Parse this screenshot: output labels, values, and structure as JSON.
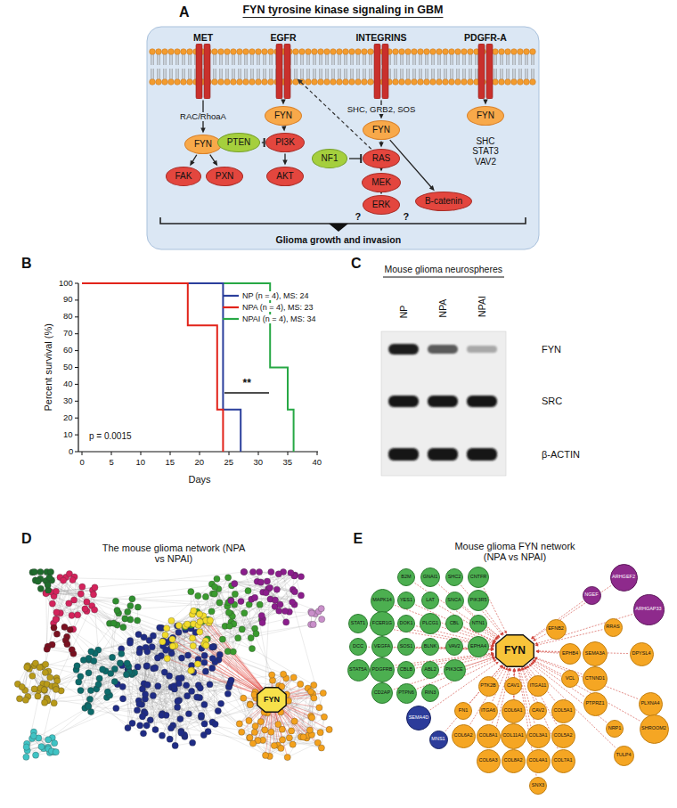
{
  "diagram": {
    "nodes": [
      {
        "text": [
          "FYN tyrosine kinase signaling in GBM"
        ]
      },
      {
        "text": [
          "MET"
        ],
        "in": 0
      },
      {
        "text": [
          "EGFR"
        ],
        "in": 0
      },
      {
        "text": [
          "INTEGRINS"
        ],
        "in": 0
      },
      {
        "text": [
          "PDGFR-A"
        ],
        "in": 0
      },
      {
        "text": [
          "FYN"
        ],
        "in": 0
      },
      {
        "text": [
          "FAK"
        ],
        "in": 0
      },
      {
        "text": [
          "PXN"
        ],
        "in": 0
      },
      {
        "text": [
          "FYN"
        ],
        "in": 0
      },
      {
        "text": [
          "PTEN"
        ],
        "in": 0
      },
      {
        "text": [
          "PI3K"
        ],
        "in": 0
      },
      {
        "text": [
          "AKT"
        ],
        "in": 0
      },
      {
        "text": [
          "FYN"
        ],
        "in": 0
      },
      {
        "text": [
          "NF1"
        ],
        "in": 0
      },
      {
        "text": [
          "RAS"
        ],
        "in": 0
      },
      {
        "text": [
          "MEK"
        ],
        "in": 0
      },
      {
        "text": [
          "ERK"
        ],
        "in": 0
      },
      {
        "text": [
          "B-catenin"
        ],
        "in": 0
      },
      {
        "text": [
          "FYN"
        ],
        "in": 0
      },
      {
        "text": [
          "FYN"
        ]
      },
      {
        "text": [
          "FYN"
        ]
      },
      {
        "text": [
          "B2M"
        ]
      },
      {
        "text": [
          "GNAI1"
        ]
      },
      {
        "text": [
          "SHC2"
        ]
      },
      {
        "text": [
          "CNTFR"
        ]
      },
      {
        "text": [
          "MAPK14"
        ]
      },
      {
        "text": [
          "YES1"
        ]
      },
      {
        "text": [
          "LAT"
        ]
      },
      {
        "text": [
          "SNCA"
        ]
      },
      {
        "text": [
          "PIK3R5"
        ]
      },
      {
        "text": [
          "STAT1"
        ]
      },
      {
        "text": [
          "FCER1G"
        ]
      },
      {
        "text": [
          "DOK1"
        ]
      },
      {
        "text": [
          "PLCG1"
        ]
      },
      {
        "text": [
          "CBL"
        ]
      },
      {
        "text": [
          "NTN1"
        ]
      },
      {
        "text": [
          "DCC"
        ]
      },
      {
        "text": [
          "VEGFA"
        ]
      },
      {
        "text": [
          "SOS1"
        ]
      },
      {
        "text": [
          "BLNK"
        ]
      },
      {
        "text": [
          "VAV2"
        ]
      },
      {
        "text": [
          "EPHA4"
        ]
      },
      {
        "text": [
          "STAT5A"
        ]
      },
      {
        "text": [
          "PDGFRB"
        ]
      },
      {
        "text": [
          "CBLB"
        ]
      },
      {
        "text": [
          "ABL2"
        ]
      },
      {
        "text": [
          "PIK3CE"
        ]
      },
      {
        "text": [
          "CD2AP"
        ]
      },
      {
        "text": [
          "PTPN6"
        ]
      },
      {
        "text": [
          "RIN3"
        ]
      },
      {
        "text": [
          "ARHGEF2"
        ]
      },
      {
        "text": [
          "NGEF"
        ]
      },
      {
        "text": [
          "ARHGAP33"
        ]
      },
      {
        "text": [
          "SEMA4D"
        ]
      },
      {
        "text": [
          "MNS1"
        ]
      },
      {
        "text": [
          "EFNB2"
        ]
      },
      {
        "text": [
          "RRAS"
        ]
      },
      {
        "text": [
          "EPHB4"
        ]
      },
      {
        "text": [
          "SEMA3A"
        ]
      },
      {
        "text": [
          "DPYSL4"
        ]
      },
      {
        "text": [
          "VCL"
        ]
      },
      {
        "text": [
          "CTNND1"
        ]
      },
      {
        "text": [
          "PTPRZ1"
        ]
      },
      {
        "text": [
          "PLXNA4"
        ]
      },
      {
        "text": [
          "NRP1"
        ]
      },
      {
        "text": [
          "SHROOM2"
        ]
      },
      {
        "text": [
          "TULP4"
        ]
      },
      {
        "text": [
          "PTK2B"
        ]
      },
      {
        "text": [
          "CAV1"
        ]
      },
      {
        "text": [
          "ITGA11"
        ]
      },
      {
        "text": [
          "FN1"
        ]
      },
      {
        "text": [
          "ITGA6"
        ]
      },
      {
        "text": [
          "COL6A1"
        ]
      },
      {
        "text": [
          "CAV2"
        ]
      },
      {
        "text": [
          "COL5A1"
        ]
      },
      {
        "text": [
          "COL6A2"
        ]
      },
      {
        "text": [
          "COL8A1"
        ]
      },
      {
        "text": [
          "COL11A1"
        ]
      },
      {
        "text": [
          "COL3A1"
        ]
      },
      {
        "text": [
          "COL5A2"
        ]
      },
      {
        "text": [
          "COL6A3"
        ]
      },
      {
        "text": [
          "COL8A2"
        ]
      },
      {
        "text": [
          "COL4A1"
        ]
      },
      {
        "text": [
          "COL7A1"
        ]
      },
      {
        "text": [
          "SNX3"
        ]
      }
    ],
    "edges": [
      {
        "from": 1,
        "to": 5,
        "label": "RAC/RhoaA",
        "arrow": "to"
      },
      {
        "from": 5,
        "to": 6,
        "arrow": "to"
      },
      {
        "from": 5,
        "to": 7,
        "arrow": "to"
      },
      {
        "from": 2,
        "to": 8,
        "arrow": "to"
      },
      {
        "from": 8,
        "to": 10,
        "arrow": "to"
      },
      {
        "from": 9,
        "to": 10,
        "arrow": "to"
      },
      {
        "from": 10,
        "to": 11,
        "arrow": "to"
      },
      {
        "from": 3,
        "to": 12,
        "label": "SHC, GRB2, SOS",
        "arrow": "to"
      },
      {
        "from": 12,
        "to": 14,
        "arrow": "to"
      },
      {
        "from": 13,
        "to": 14,
        "arrow": "to"
      },
      {
        "from": 14,
        "to": 15,
        "arrow": "to"
      },
      {
        "from": 15,
        "to": 16,
        "arrow": "to"
      },
      {
        "from": 12,
        "to": 17,
        "arrow": "to"
      },
      {
        "from": 14,
        "to": 2,
        "arrow": "to"
      },
      {
        "from": 4,
        "to": 18,
        "arrow": "to"
      },
      {
        "from": 21,
        "to": 20,
        "arrow": "to"
      },
      {
        "from": 22,
        "to": 20,
        "arrow": "to"
      },
      {
        "from": 23,
        "to": 20,
        "arrow": "to"
      },
      {
        "from": 24,
        "to": 20,
        "arrow": "to"
      },
      {
        "from": 25,
        "to": 20,
        "arrow": "to"
      },
      {
        "from": 26,
        "to": 20,
        "arrow": "to"
      },
      {
        "from": 27,
        "to": 20,
        "arrow": "to"
      },
      {
        "from": 28,
        "to": 20,
        "arrow": "to"
      },
      {
        "from": 29,
        "to": 20,
        "arrow": "to"
      },
      {
        "from": 30,
        "to": 20,
        "arrow": "to"
      },
      {
        "from": 31,
        "to": 20,
        "arrow": "to"
      },
      {
        "from": 32,
        "to": 20,
        "arrow": "to"
      },
      {
        "from": 33,
        "to": 20,
        "arrow": "to"
      },
      {
        "from": 34,
        "to": 20,
        "arrow": "to"
      },
      {
        "from": 35,
        "to": 20,
        "arrow": "to"
      },
      {
        "from": 36,
        "to": 20,
        "arrow": "to"
      },
      {
        "from": 37,
        "to": 20,
        "arrow": "to"
      },
      {
        "from": 38,
        "to": 20,
        "arrow": "to"
      },
      {
        "from": 39,
        "to": 20,
        "arrow": "to"
      },
      {
        "from": 40,
        "to": 20,
        "arrow": "to"
      },
      {
        "from": 41,
        "to": 20,
        "arrow": "to"
      },
      {
        "from": 42,
        "to": 20,
        "arrow": "to"
      },
      {
        "from": 43,
        "to": 20,
        "arrow": "to"
      },
      {
        "from": 44,
        "to": 20,
        "arrow": "to"
      },
      {
        "from": 45,
        "to": 20,
        "arrow": "to"
      },
      {
        "from": 46,
        "to": 20,
        "arrow": "to"
      },
      {
        "from": 47,
        "to": 20,
        "arrow": "to"
      },
      {
        "from": 48,
        "to": 20,
        "arrow": "to"
      },
      {
        "from": 49,
        "to": 20,
        "arrow": "to"
      },
      {
        "from": 50,
        "to": 20,
        "arrow": "to"
      },
      {
        "from": 51,
        "to": 20,
        "arrow": "to"
      },
      {
        "from": 52,
        "to": 20,
        "arrow": "to"
      },
      {
        "from": 53,
        "to": 20,
        "arrow": "to"
      },
      {
        "from": 54,
        "to": 20,
        "arrow": "to"
      },
      {
        "from": 55,
        "to": 20,
        "arrow": "to"
      },
      {
        "from": 56,
        "to": 20,
        "arrow": "to"
      },
      {
        "from": 57,
        "to": 20,
        "arrow": "to"
      },
      {
        "from": 58,
        "to": 20,
        "arrow": "to"
      },
      {
        "from": 59,
        "to": 20,
        "arrow": "to"
      },
      {
        "from": 60,
        "to": 20,
        "arrow": "to"
      },
      {
        "from": 61,
        "to": 20,
        "arrow": "to"
      },
      {
        "from": 62,
        "to": 20,
        "arrow": "to"
      },
      {
        "from": 63,
        "to": 20,
        "arrow": "to"
      },
      {
        "from": 64,
        "to": 20,
        "arrow": "to"
      },
      {
        "from": 65,
        "to": 20,
        "arrow": "to"
      },
      {
        "from": 66,
        "to": 20,
        "arrow": "to"
      },
      {
        "from": 67,
        "to": 20,
        "arrow": "to"
      },
      {
        "from": 68,
        "to": 20,
        "arrow": "to"
      },
      {
        "from": 69,
        "to": 20,
        "arrow": "to"
      },
      {
        "from": 70,
        "to": 20,
        "arrow": "to"
      },
      {
        "from": 71,
        "to": 20,
        "arrow": "to"
      },
      {
        "from": 72,
        "to": 20,
        "arrow": "to"
      },
      {
        "from": 73,
        "to": 20,
        "arrow": "to"
      },
      {
        "from": 74,
        "to": 20,
        "arrow": "to"
      },
      {
        "from": 75,
        "to": 20,
        "arrow": "to"
      },
      {
        "from": 76,
        "to": 20,
        "arrow": "to"
      },
      {
        "from": 77,
        "to": 20,
        "arrow": "to"
      },
      {
        "from": 78,
        "to": 20,
        "arrow": "to"
      },
      {
        "from": 79,
        "to": 20,
        "arrow": "to"
      },
      {
        "from": 80,
        "to": 20,
        "arrow": "to"
      },
      {
        "from": 81,
        "to": 20,
        "arrow": "to"
      },
      {
        "from": 82,
        "to": 20,
        "arrow": "to"
      },
      {
        "from": 83,
        "to": 20,
        "arrow": "to"
      },
      {
        "from": 84,
        "to": 20,
        "arrow": "to"
      }
    ],
    "labels": [
      "A",
      "SHC STAT3 VAV2",
      "?",
      "?",
      "Glioma growth and invasion",
      "B",
      "Percent survival (%)",
      "Days",
      "0",
      "10",
      "20",
      "30",
      "40",
      "50",
      "60",
      "70",
      "80",
      "90",
      "100",
      "0",
      "5",
      "10",
      "15",
      "20",
      "25",
      "30",
      "35",
      "40",
      "p = 0.0015",
      "**",
      "C",
      "Mouse glioma neurospheres",
      "NP",
      "NPA",
      "NPAI",
      "FYN",
      "SRC",
      "β-ACTIN",
      "D",
      "The mouse glioma network (NPA vs NPAI)",
      "E",
      "Mouse glioma FYN network (NPA vs NPAI)"
    ],
    "legend": [
      {
        "text": "NP (n = 4), MS: 24"
      },
      {
        "text": "NPA (n = 4), MS: 23"
      },
      {
        "text": "NPAI (n = 4), MS: 34"
      }
    ]
  }
}
